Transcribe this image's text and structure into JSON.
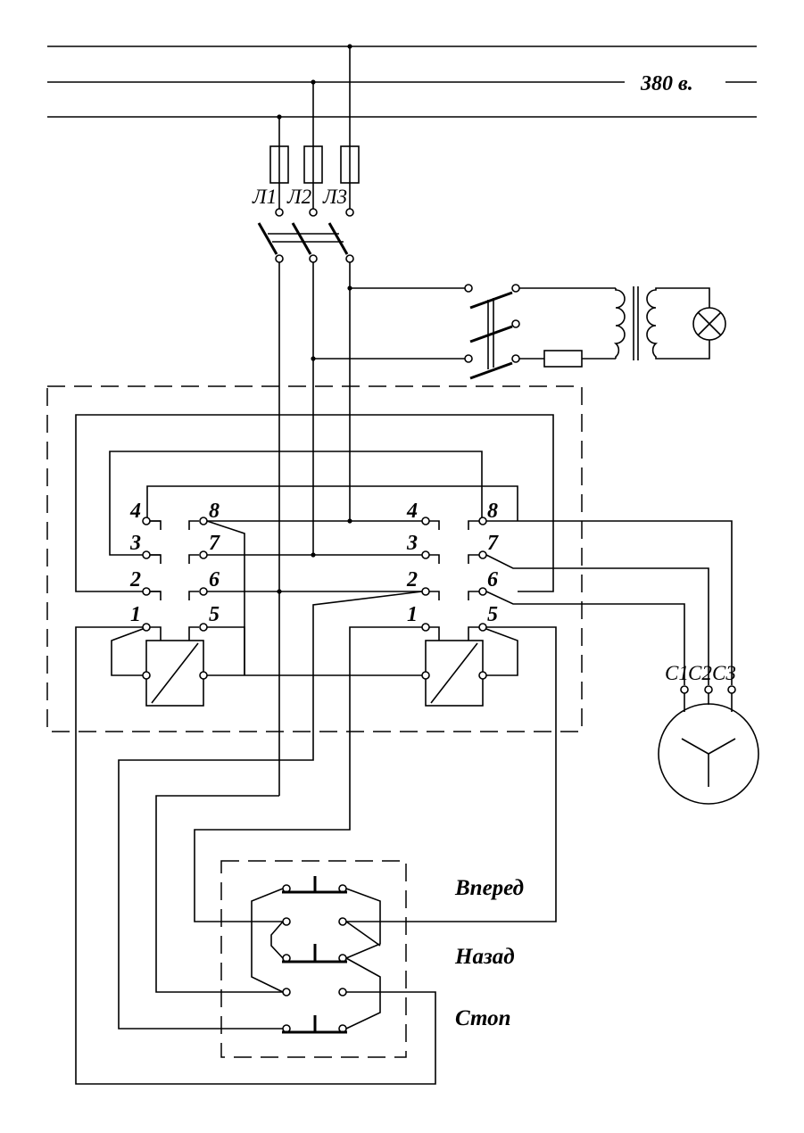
{
  "supply": {
    "voltage_label": "380 в."
  },
  "lines": [
    "Л1",
    "Л2",
    "Л3"
  ],
  "motor_terminals": [
    "C1",
    "C2",
    "C3"
  ],
  "switch_left": {
    "terminals": [
      "1",
      "2",
      "3",
      "4",
      "5",
      "6",
      "7",
      "8"
    ]
  },
  "switch_right": {
    "terminals": [
      "1",
      "2",
      "3",
      "4",
      "5",
      "6",
      "7",
      "8"
    ]
  },
  "buttons": {
    "forward": "Вперед",
    "backward": "Назад",
    "stop": "Стоп"
  }
}
